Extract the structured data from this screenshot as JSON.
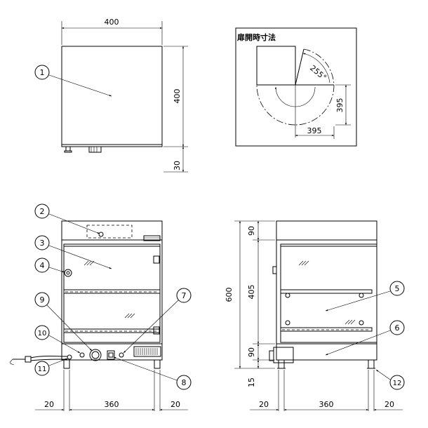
{
  "top_view": {
    "width_dim": "400",
    "depth_dim": "400",
    "leg_dim": "30"
  },
  "door_view": {
    "title": "扉開時寸法",
    "angle_dim": "255°",
    "v_dim": "395",
    "h_dim": "395"
  },
  "front_view": {
    "bottom_dims": [
      "20",
      "360",
      "20"
    ]
  },
  "side_view": {
    "overall_height": "600",
    "segment_dims": [
      "90",
      "405",
      "90",
      "15"
    ],
    "bottom_dims": [
      "20",
      "360",
      "20"
    ]
  },
  "callouts": [
    "1",
    "2",
    "3",
    "4",
    "5",
    "6",
    "7",
    "8",
    "9",
    "10",
    "11",
    "12"
  ]
}
